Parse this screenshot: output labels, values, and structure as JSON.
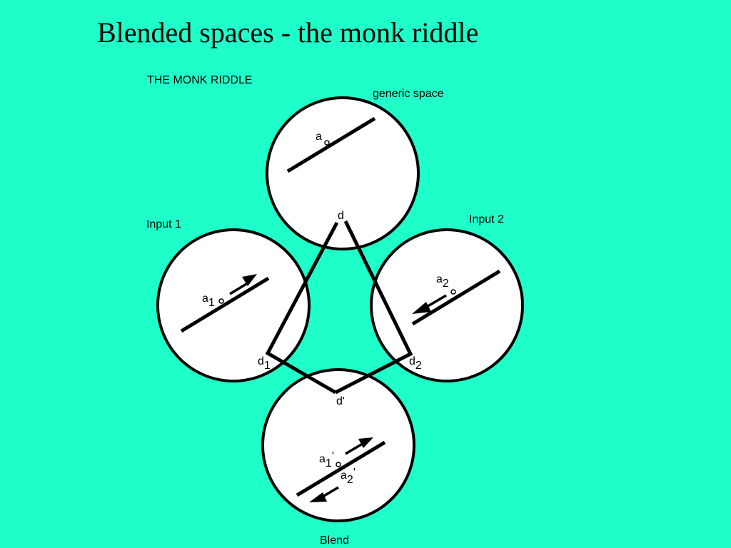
{
  "title": "Blended spaces - the monk riddle",
  "diagram": {
    "heading": "THE MONK RIDDLE",
    "spaces": {
      "generic": "generic space",
      "input1": "Input 1",
      "input2": "Input 2",
      "blend": "Blend"
    },
    "labels": {
      "generic_a": "a",
      "generic_d": "d",
      "input1_a": "a",
      "input1_a_sub": "1",
      "input2_a": "a",
      "input2_a_sub": "2",
      "d1": "d",
      "d1_sub": "1",
      "d2": "d",
      "d2_sub": "2",
      "d_prime": "d'",
      "blend_a1": "a",
      "blend_a1_sub": "1",
      "blend_a1_prime": "'",
      "blend_a2": "a",
      "blend_a2_sub": "2",
      "blend_a2_prime": "'"
    }
  }
}
